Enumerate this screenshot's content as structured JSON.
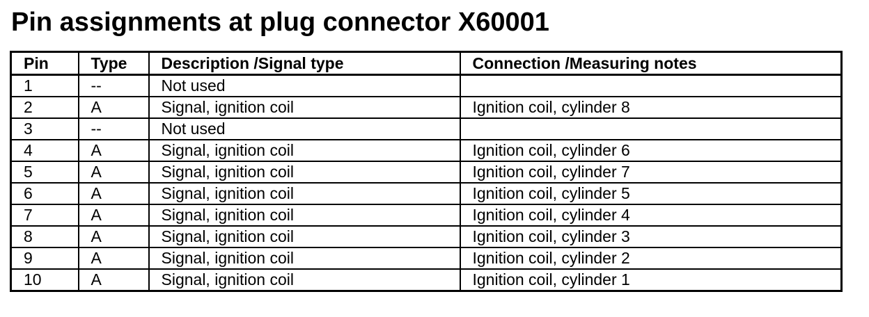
{
  "document": {
    "title": "Pin assignments at plug connector X60001"
  },
  "table": {
    "headers": {
      "pin": "Pin",
      "type": "Type",
      "description": "Description /Signal type",
      "connection": "Connection /Measuring notes"
    },
    "rows": [
      {
        "pin": "1",
        "type": "--",
        "description": "Not used",
        "connection": ""
      },
      {
        "pin": "2",
        "type": "A",
        "description": "Signal, ignition coil",
        "connection": "Ignition coil, cylinder 8"
      },
      {
        "pin": "3",
        "type": "--",
        "description": "Not used",
        "connection": ""
      },
      {
        "pin": "4",
        "type": "A",
        "description": "Signal, ignition coil",
        "connection": "Ignition coil, cylinder 6"
      },
      {
        "pin": "5",
        "type": "A",
        "description": "Signal, ignition coil",
        "connection": "Ignition coil, cylinder 7"
      },
      {
        "pin": "6",
        "type": "A",
        "description": "Signal, ignition coil",
        "connection": "Ignition coil, cylinder 5"
      },
      {
        "pin": "7",
        "type": "A",
        "description": "Signal, ignition coil",
        "connection": "Ignition coil, cylinder 4"
      },
      {
        "pin": "8",
        "type": "A",
        "description": "Signal, ignition coil",
        "connection": "Ignition coil, cylinder 3"
      },
      {
        "pin": "9",
        "type": "A",
        "description": "Signal, ignition coil",
        "connection": "Ignition coil, cylinder 2"
      },
      {
        "pin": "10",
        "type": "A",
        "description": "Signal, ignition coil",
        "connection": "Ignition coil, cylinder 1"
      }
    ]
  }
}
